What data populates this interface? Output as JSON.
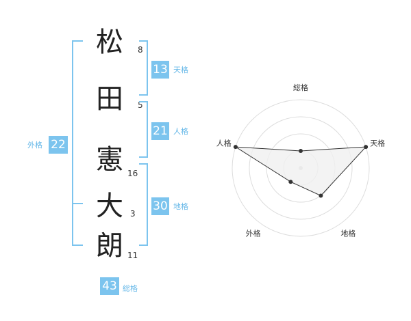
{
  "name": {
    "characters": [
      {
        "char": "松",
        "strokes": "8"
      },
      {
        "char": "田",
        "strokes": "5"
      },
      {
        "char": "憲",
        "strokes": "16"
      },
      {
        "char": "大",
        "strokes": "3"
      },
      {
        "char": "朗",
        "strokes": "11"
      }
    ]
  },
  "fortunes": {
    "tenkaku": {
      "value": "13",
      "label": "天格"
    },
    "jinkaku": {
      "value": "21",
      "label": "人格"
    },
    "chikaku": {
      "value": "30",
      "label": "地格"
    },
    "gaikaku": {
      "value": "22",
      "label": "外格"
    },
    "soukaku": {
      "value": "43",
      "label": "総格"
    }
  },
  "chart_data": {
    "type": "radar",
    "axes": [
      "総格",
      "天格",
      "地格",
      "外格",
      "人格"
    ],
    "values": [
      1,
      4,
      2,
      1,
      4
    ],
    "max": 4,
    "rings": 4,
    "colors": {
      "fill": "#f0f0f0",
      "line": "#333333",
      "grid": "#dddddd",
      "center": "#cccccc"
    }
  }
}
